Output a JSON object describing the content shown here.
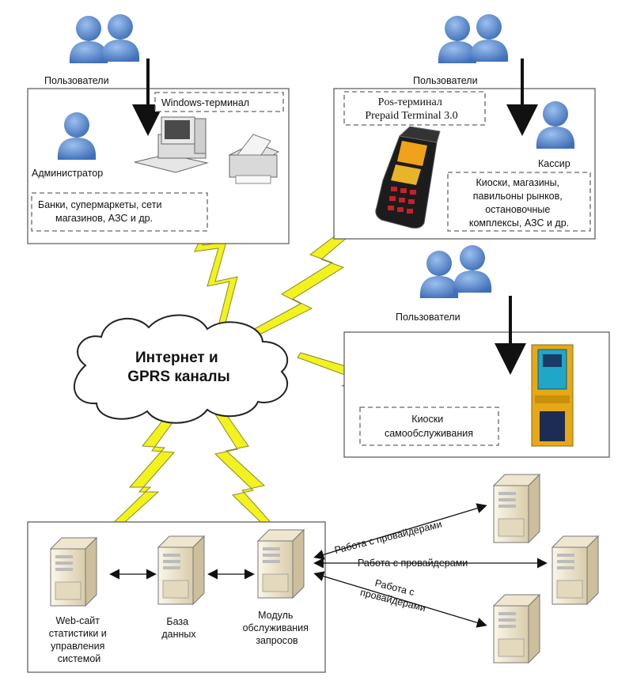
{
  "colors": {
    "user_blue": "#4f7fc4",
    "lightning": "#f2f21e",
    "server": "#f3ecd9",
    "kiosk": "#e7a817"
  },
  "labels": {
    "users_top_left": "Пользователи",
    "users_top_right": "Пользователи",
    "users_kiosk": "Пользователи",
    "windows_terminal": "Windows-терминал",
    "administrator": "Администратор",
    "banks": [
      "Банки, супермаркеты, сети",
      "магазинов, АЗС  и др."
    ],
    "pos_terminal": [
      "Pos-терминал",
      "Prepaid Terminal 3.0"
    ],
    "cashier": "Кассир",
    "kiosks_shops": [
      "Киоски, магазины,",
      "павильоны рынков,",
      "остановочные",
      "комплексы, АЗС и др."
    ],
    "internet": [
      "Интернет и",
      "GPRS каналы"
    ],
    "self_service": [
      "Киоски",
      "самообслуживания"
    ],
    "website": [
      "Web-сайт",
      "статистики и",
      "управления",
      "системой"
    ],
    "database": [
      "База",
      "данных"
    ],
    "request_module": [
      "Модуль",
      "обслуживания",
      "запросов"
    ],
    "providers_1": "Работа с провайдерами",
    "providers_2": "Работа с провайдерами",
    "providers_3": [
      "Работа с",
      "провайдерами"
    ]
  },
  "icons": [
    "users-icon",
    "administrator-icon",
    "cashier-icon",
    "computer-icon",
    "printer-icon",
    "pos-terminal-icon",
    "kiosk-icon",
    "cloud-icon",
    "server-icon",
    "lightning-icon"
  ]
}
